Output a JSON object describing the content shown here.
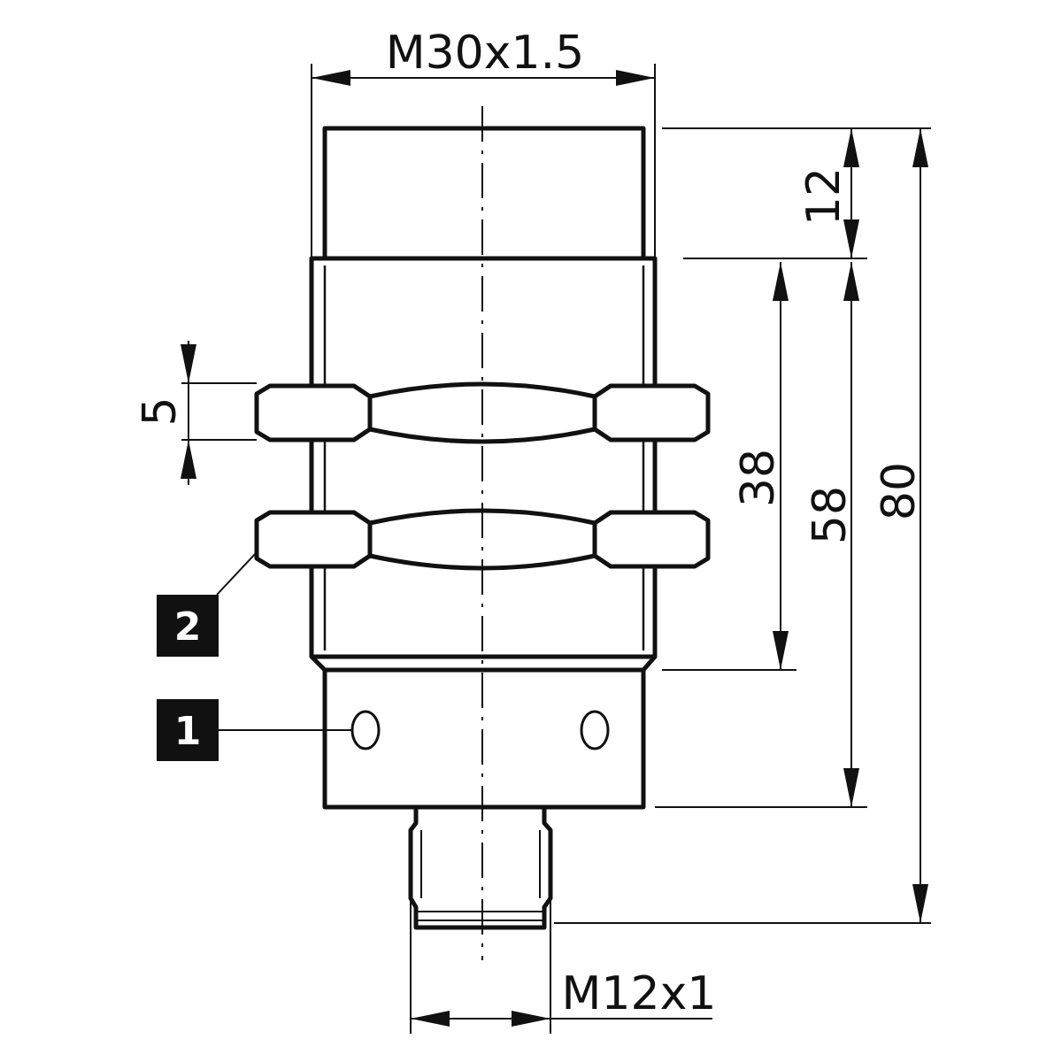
{
  "drawing": {
    "dimensions": {
      "thread_main": "M30x1.5",
      "thread_connector": "M12x1",
      "nut_thickness": "5",
      "sensing_face_length": "12",
      "thread_length": "38",
      "body_length": "58",
      "total_length": "80"
    },
    "callouts": [
      {
        "id": "1"
      },
      {
        "id": "2"
      }
    ],
    "colors": {
      "line": "#111111",
      "callout_bg": "#111111",
      "callout_text": "#ffffff",
      "background": "#ffffff"
    }
  }
}
